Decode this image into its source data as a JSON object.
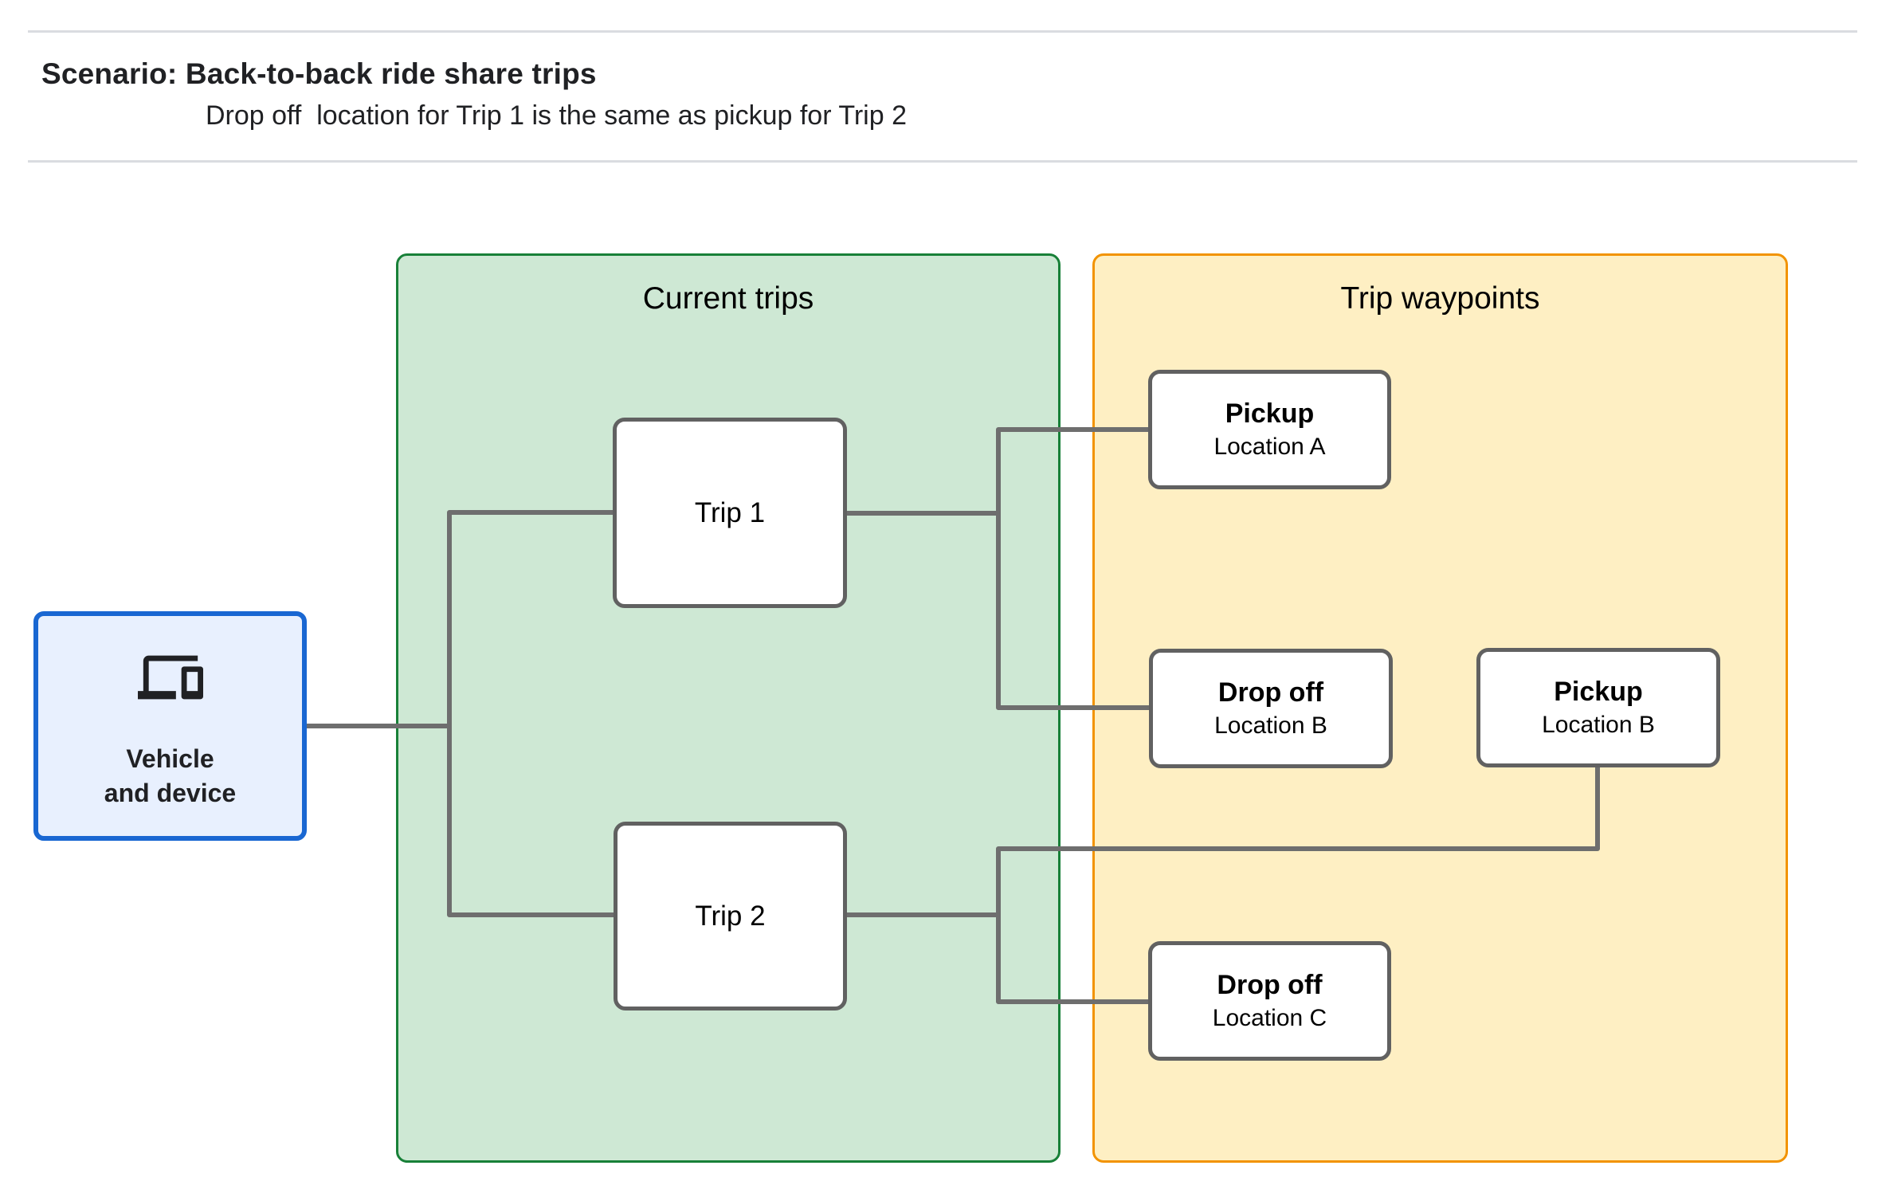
{
  "header": {
    "title": "Scenario: Back-to-back ride share trips",
    "subtitle": "Drop off  location for Trip 1 is the same as pickup for Trip 2"
  },
  "vehicle_node": {
    "icon": "devices-icon",
    "label_line1": "Vehicle",
    "label_line2": "and device"
  },
  "panels": {
    "current_trips": {
      "title": "Current trips",
      "nodes": {
        "trip1": {
          "label": "Trip 1"
        },
        "trip2": {
          "label": "Trip 2"
        }
      }
    },
    "trip_waypoints": {
      "title": "Trip waypoints",
      "nodes": {
        "pickup_a": {
          "title": "Pickup",
          "subtitle": "Location A"
        },
        "dropoff_b": {
          "title": "Drop off",
          "subtitle": "Location B"
        },
        "pickup_b": {
          "title": "Pickup",
          "subtitle": "Location B"
        },
        "dropoff_c": {
          "title": "Drop off",
          "subtitle": "Location C"
        }
      }
    }
  },
  "colors": {
    "current_trips_fill": "#cee8d4",
    "current_trips_border": "#188038",
    "trip_waypoints_fill": "#feefc3",
    "trip_waypoints_border": "#f29300",
    "vehicle_fill": "#e8f0fe",
    "vehicle_border": "#1967d2",
    "node_border": "#616161",
    "connector": "#6e6e6e",
    "divider": "#dadce0",
    "text": "#202124"
  }
}
